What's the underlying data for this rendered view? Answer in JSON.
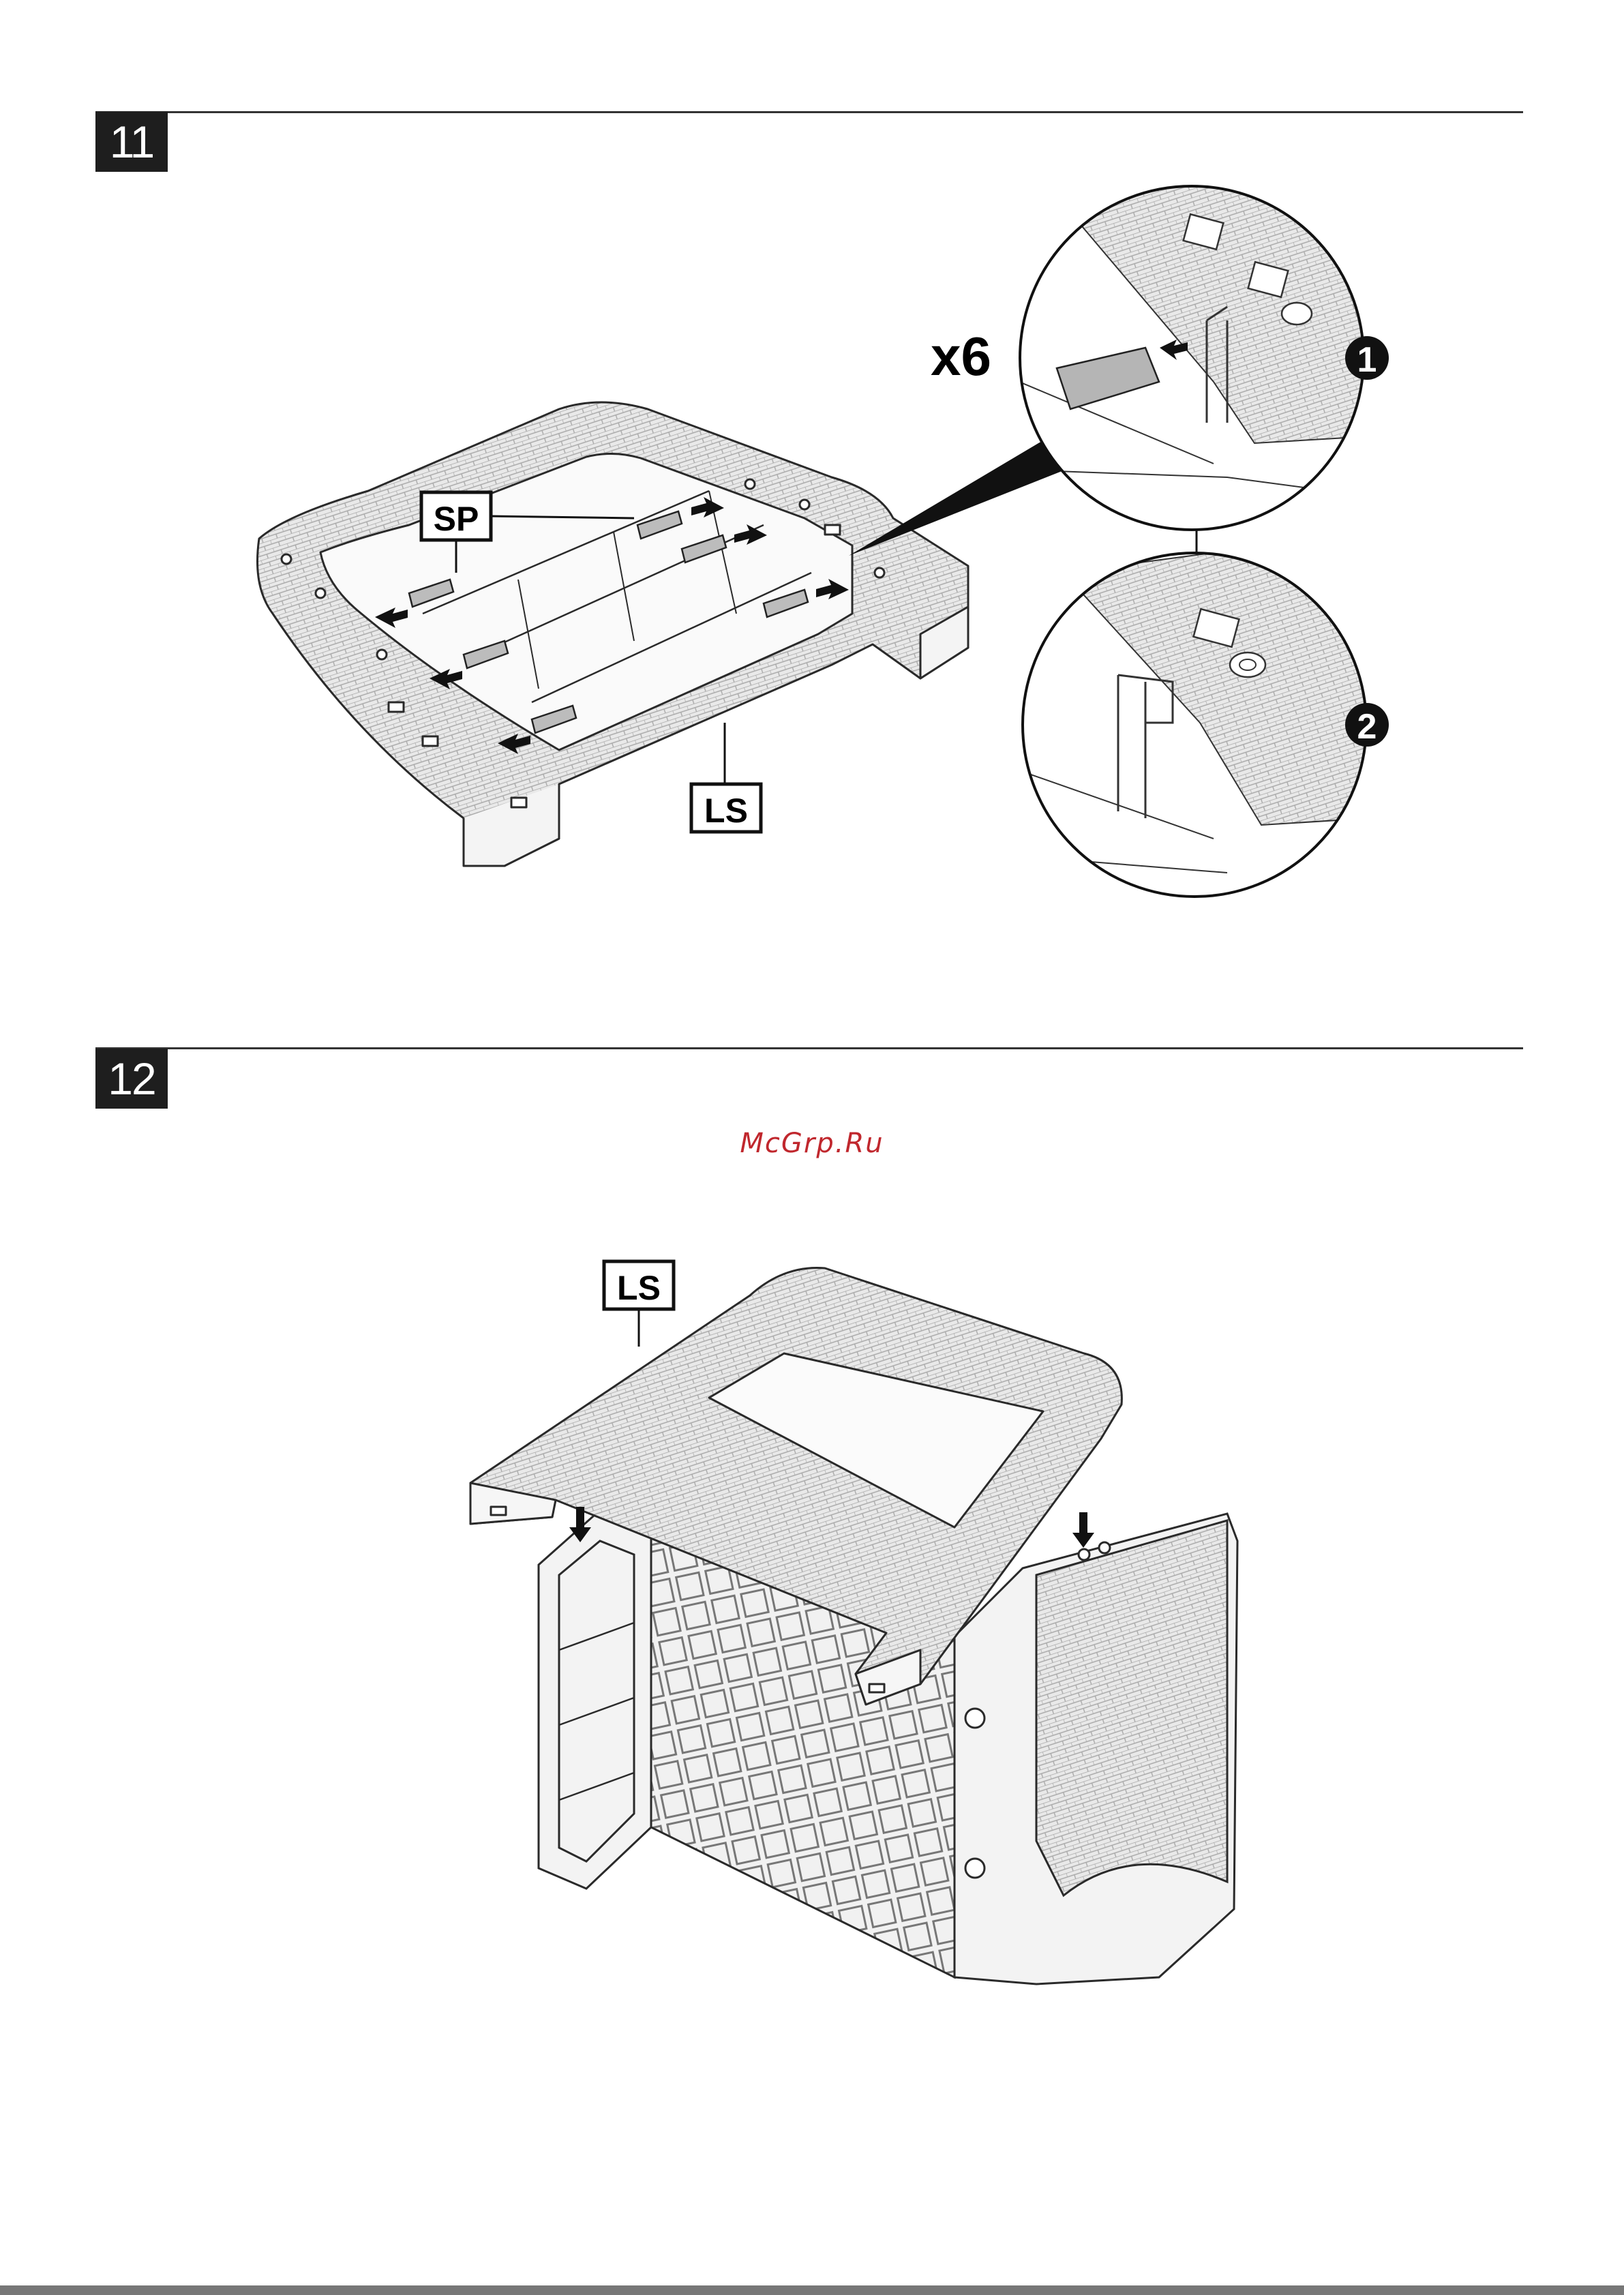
{
  "steps": [
    {
      "number": "11",
      "labels": {
        "sp": "SP",
        "ls": "LS",
        "quantity": "x6",
        "detail_1": "1",
        "detail_2": "2"
      }
    },
    {
      "number": "12",
      "labels": {
        "ls": "LS"
      }
    }
  ],
  "watermark": "McGrp.Ru"
}
